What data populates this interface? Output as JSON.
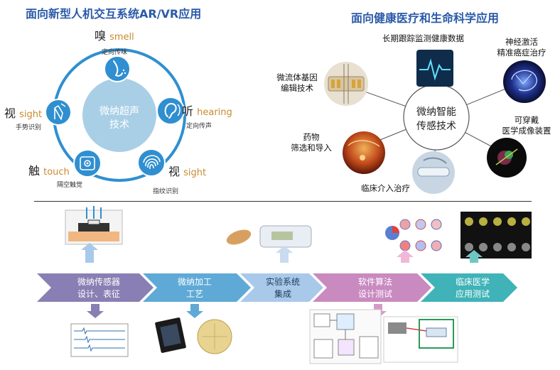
{
  "left_panel": {
    "title": "面向新型人机交互系统AR/VR应用",
    "center": [
      "微纳超声",
      "技术"
    ],
    "senses": [
      {
        "cn": "嗅",
        "en": "smell",
        "sub": "定向传味",
        "icon": "nose-icon"
      },
      {
        "cn": "听",
        "en": "hearing",
        "sub": "定向传声",
        "icon": "ear-icon"
      },
      {
        "cn": "视",
        "en": "sight",
        "sub": "指纹识别",
        "icon": "fingerprint-icon"
      },
      {
        "cn": "触",
        "en": "touch",
        "sub": "隔空触觉",
        "icon": "touch-icon"
      },
      {
        "cn": "视",
        "en": "sight",
        "sub": "手势识别",
        "icon": "gesture-icon"
      }
    ]
  },
  "right_panel": {
    "title": "面向健康医疗和生命科学应用",
    "center": [
      "微纳智能",
      "传感技术"
    ],
    "apps": [
      {
        "lines": [
          "长期跟踪监测健康数据"
        ],
        "icon": "heartbeat-icon"
      },
      {
        "lines": [
          "神经激活",
          "精准癌症治疗"
        ],
        "icon": "brain-icon"
      },
      {
        "lines": [
          "可穿戴",
          "医学成像装置"
        ],
        "icon": "medical-scan-icon"
      },
      {
        "lines": [
          "临床介入治疗"
        ],
        "icon": "clinical-icon"
      },
      {
        "lines": [
          "药物",
          "筛选和导入"
        ],
        "icon": "cells-icon"
      },
      {
        "lines": [
          "微流体基因",
          "编辑技术"
        ],
        "icon": "microfluidic-icon"
      }
    ]
  },
  "pipeline": {
    "stages": [
      {
        "lines": [
          "微纳传感器",
          "设计、表征"
        ]
      },
      {
        "lines": [
          "微纳加工",
          "工艺"
        ]
      },
      {
        "lines": [
          "实验系统",
          "集成"
        ]
      },
      {
        "lines": [
          "软件算法",
          "设计测试"
        ]
      },
      {
        "lines": [
          "临床医学",
          "应用测试"
        ]
      }
    ]
  },
  "colors": {
    "title_blue": "#2b5aa8",
    "ring_blue": "#2f8fd0",
    "sense_orange": "#c88a2e",
    "stage1": "#8a7fb4",
    "stage2": "#5fa9d6",
    "stage3": "#a9c9ea",
    "stage4": "#c98ac0",
    "stage5": "#3fb3b8"
  }
}
